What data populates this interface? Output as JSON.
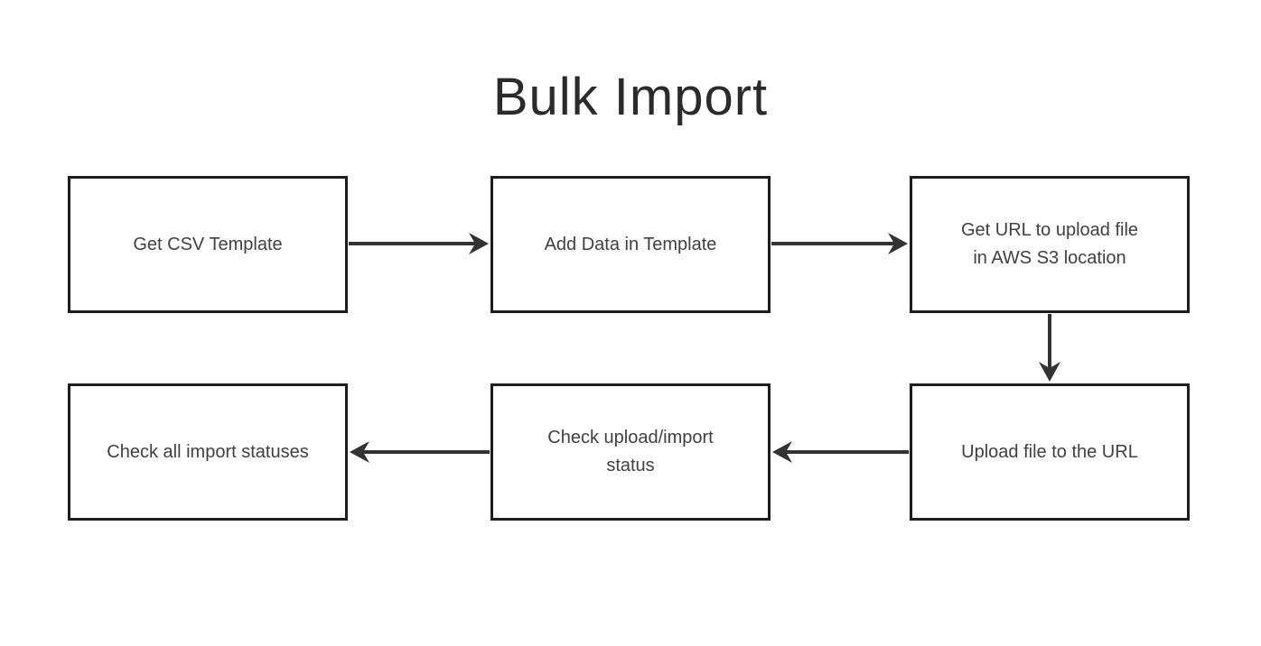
{
  "diagram": {
    "title": "Bulk Import",
    "nodes": [
      {
        "id": "get-csv-template",
        "label": "Get CSV Template"
      },
      {
        "id": "add-data-in-template",
        "label": "Add Data in Template"
      },
      {
        "id": "get-upload-url",
        "label": "Get URL to upload file\nin AWS S3 location"
      },
      {
        "id": "upload-file",
        "label": "Upload file to the URL"
      },
      {
        "id": "check-upload-status",
        "label": "Check upload/import\nstatus"
      },
      {
        "id": "check-all-statuses",
        "label": "Check all import statuses"
      }
    ],
    "edges": [
      {
        "from": "get-csv-template",
        "to": "add-data-in-template",
        "direction": "right"
      },
      {
        "from": "add-data-in-template",
        "to": "get-upload-url",
        "direction": "right"
      },
      {
        "from": "get-upload-url",
        "to": "upload-file",
        "direction": "down"
      },
      {
        "from": "upload-file",
        "to": "check-upload-status",
        "direction": "left"
      },
      {
        "from": "check-upload-status",
        "to": "check-all-statuses",
        "direction": "left"
      }
    ],
    "colors": {
      "background": "#ffffff",
      "box_border": "#1d1d1d",
      "box_fill": "#ffffff",
      "arrow": "#333333",
      "title_text": "#2b2b2b",
      "box_text": "#404040"
    }
  }
}
